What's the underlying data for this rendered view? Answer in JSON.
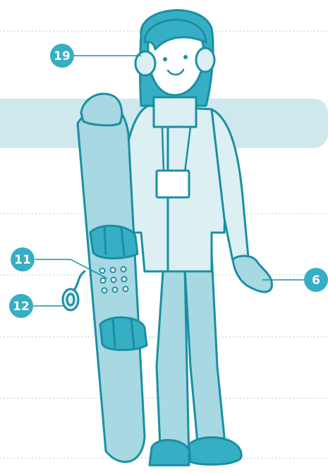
{
  "colors": {
    "outline": "#1a8fa3",
    "fill_light": "#dceff3",
    "fill_mid": "#a8d8e2",
    "accent": "#36aec4",
    "skin": "#ffffff",
    "band": "#cfe8ee",
    "guide_line": "#9fd3de"
  },
  "callouts": [
    {
      "id": "earmuffs",
      "number": "19",
      "part": "earmuffs"
    },
    {
      "id": "stomp-pad",
      "number": "11",
      "part": "stomp pad"
    },
    {
      "id": "leash",
      "number": "12",
      "part": "leash"
    },
    {
      "id": "gloves",
      "number": "6",
      "part": "gloves"
    }
  ]
}
